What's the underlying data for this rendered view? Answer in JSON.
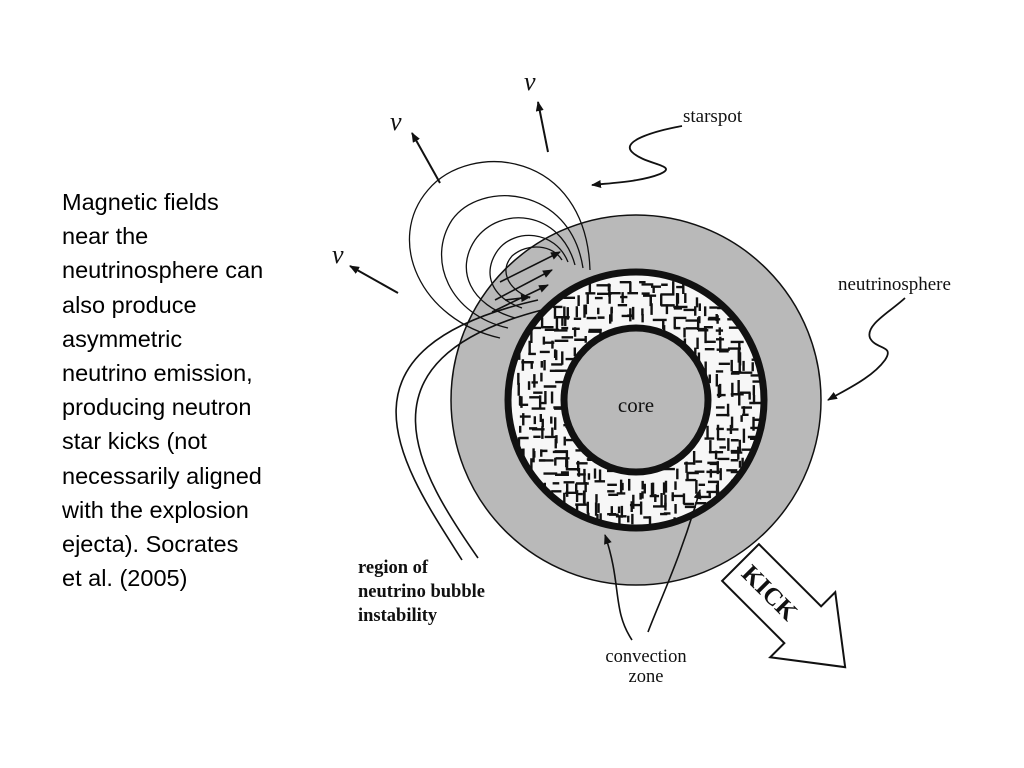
{
  "caption": {
    "lines": [
      "Magnetic fields",
      "near the",
      "neutrinosphere can",
      "also produce",
      "asymmetric",
      "neutrino emission,",
      "producing neutron",
      "star kicks (not",
      "necessarily aligned",
      "with the explosion",
      "ejecta).  Socrates",
      "et al. (2005)"
    ]
  },
  "diagram": {
    "labels": {
      "nu_symbol": "ν",
      "starspot": "starspot",
      "neutrinosphere": "neutrinosphere",
      "core": "core",
      "kick": "KICK",
      "bubble_region": [
        "region of",
        "neutrino bubble",
        "instability"
      ],
      "convection_zone": [
        "convection",
        "zone"
      ]
    },
    "colors": {
      "shell_fill": "#b9b9b9",
      "core_fill": "#b9b9b9",
      "zone_fill": "#f7f7f7",
      "ink": "#111111"
    }
  }
}
